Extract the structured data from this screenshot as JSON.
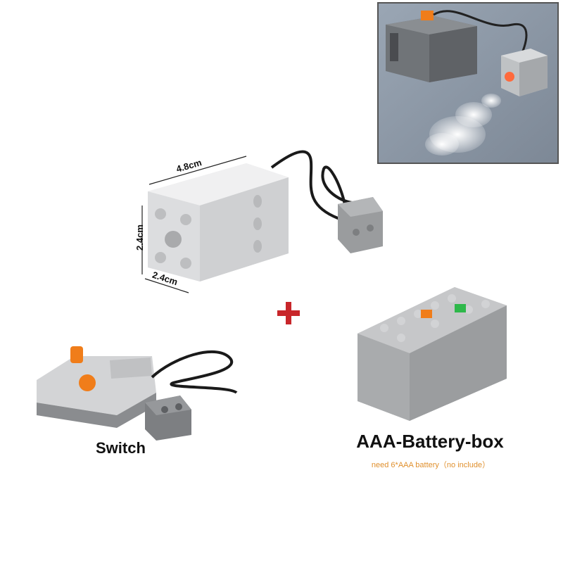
{
  "dimensions": {
    "length": "4.8cm",
    "height": "2.4cm",
    "width": "2.4cm"
  },
  "components": {
    "switch_label": "Switch",
    "battery_title": "AAA-Battery-box",
    "battery_note": "need 6*AAA battery（no include）"
  },
  "colors": {
    "plus": "#c8262a",
    "note": "#e0902e",
    "brick_light": "#d6d6d6",
    "brick_dark": "#9a9c9e",
    "accent_orange": "#f07d1a",
    "accent_green": "#2eb84a",
    "smoke_bg": "#8c98a6"
  },
  "icons": {
    "plus": "plus-icon"
  }
}
